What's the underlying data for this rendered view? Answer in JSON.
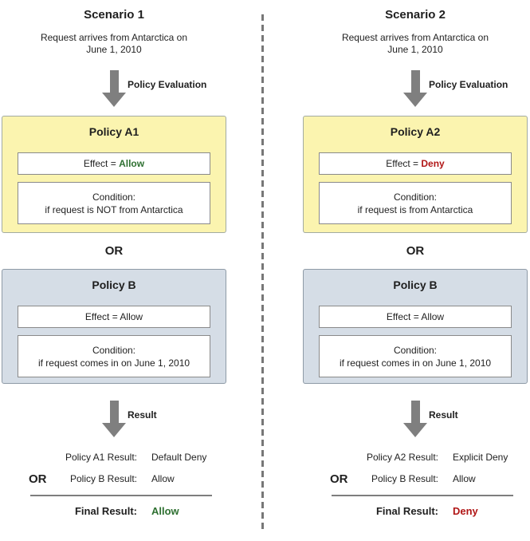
{
  "colors": {
    "policy_a_bg": "#FBF4AF",
    "policy_b_bg": "#D5DDE6",
    "allow_green": "#2E7031",
    "deny_red": "#B11616"
  },
  "scenarios": [
    {
      "title": "Scenario 1",
      "request_line1": "Request arrives from Antarctica on",
      "request_line2": "June 1, 2010",
      "policy_eval_label": "Policy Evaluation",
      "policy_a": {
        "title": "Policy A1",
        "effect_prefix": "Effect = ",
        "effect_value": "Allow",
        "effect_color": "#2E7031",
        "condition_line1": "Condition:",
        "condition_line2": "if request is NOT from Antarctica"
      },
      "or_label": "OR",
      "policy_b": {
        "title": "Policy B",
        "effect_text": "Effect = Allow",
        "condition_line1": "Condition:",
        "condition_line2": "if request comes in on June 1, 2010"
      },
      "result_label": "Result",
      "results": {
        "row1_label": "Policy A1 Result:",
        "row1_value": "Default Deny",
        "or_label": "OR",
        "row2_label": "Policy B Result:",
        "row2_value": "Allow",
        "final_label": "Final Result:",
        "final_value": "Allow",
        "final_color": "#2E7031"
      }
    },
    {
      "title": "Scenario 2",
      "request_line1": "Request arrives from Antarctica on",
      "request_line2": "June 1, 2010",
      "policy_eval_label": "Policy Evaluation",
      "policy_a": {
        "title": "Policy A2",
        "effect_prefix": "Effect = ",
        "effect_value": "Deny",
        "effect_color": "#B11616",
        "condition_line1": "Condition:",
        "condition_line2": "if request is from Antarctica"
      },
      "or_label": "OR",
      "policy_b": {
        "title": "Policy B",
        "effect_text": "Effect = Allow",
        "condition_line1": "Condition:",
        "condition_line2": "if request comes in on June 1, 2010"
      },
      "result_label": "Result",
      "results": {
        "row1_label": "Policy A2 Result:",
        "row1_value": "Explicit Deny",
        "or_label": "OR",
        "row2_label": "Policy B Result:",
        "row2_value": "Allow",
        "final_label": "Final Result:",
        "final_value": "Deny",
        "final_color": "#B11616"
      }
    }
  ]
}
